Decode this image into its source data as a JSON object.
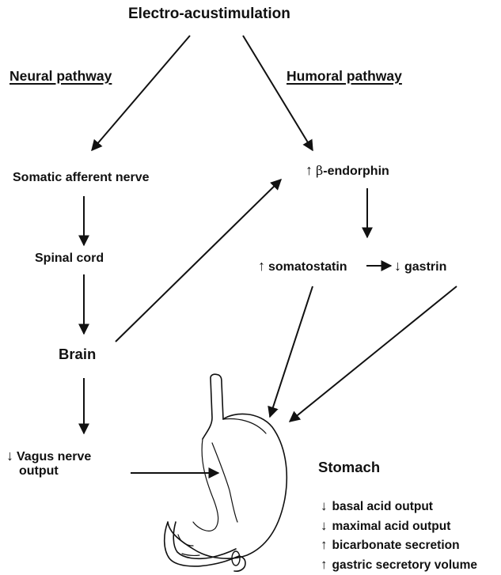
{
  "diagram": {
    "title": "Electro-acustimulation",
    "neural_pathway_label": "Neural pathway",
    "humoral_pathway_label": "Humoral pathway",
    "nodes": {
      "somatic_afferent_nerve": "Somatic afferent nerve",
      "spinal_cord": "Spinal cord",
      "brain": "Brain",
      "vagus_line1": "Vagus nerve",
      "vagus_line2": "output",
      "vagus_arrow": "↓",
      "beta_arrow": "↑",
      "beta_symbol": "β",
      "beta_text": "-endorphin",
      "somatostatin_arrow": "↑",
      "somatostatin": "somatostatin",
      "gastrin_arrow": "↓",
      "gastrin": "gastrin",
      "stomach": "Stomach"
    },
    "effects": [
      {
        "arrow": "↓",
        "text": "basal acid output"
      },
      {
        "arrow": "↓",
        "text": "maximal acid output"
      },
      {
        "arrow": "↑",
        "text": "bicarbonate secretion"
      },
      {
        "arrow": "↑",
        "text": "gastric secretory volume"
      }
    ],
    "colors": {
      "ink": "#111111",
      "background": "#ffffff"
    }
  }
}
